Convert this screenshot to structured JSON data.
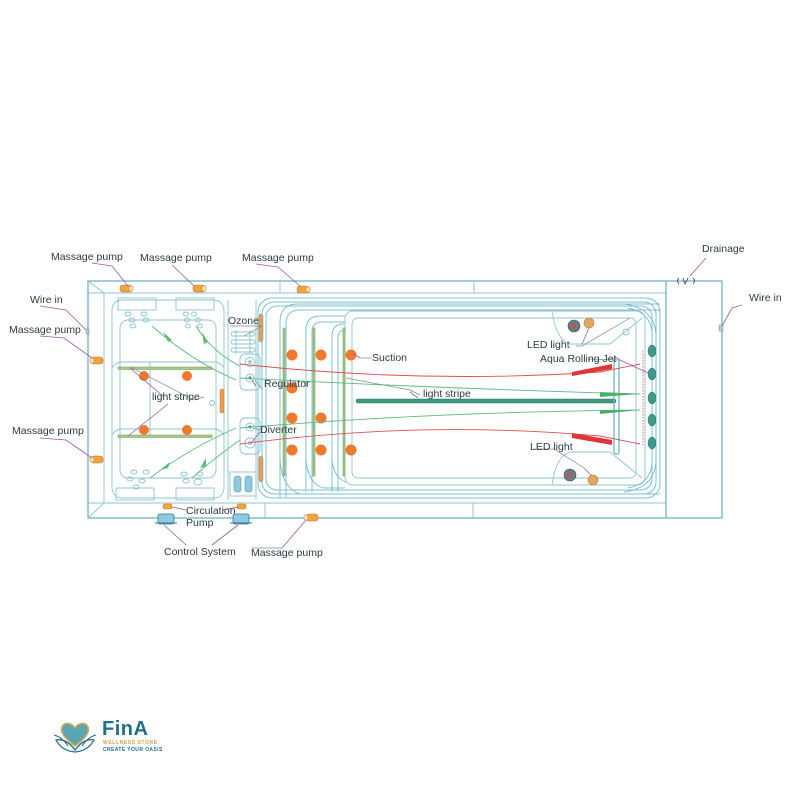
{
  "diagram": {
    "title": "Swim spa component layout (top view)",
    "colors": {
      "frame": "#6fb3c4",
      "leader": "#9a5aa6",
      "pump": "#f0a53c",
      "jet": "#ef7a2e",
      "flow_red": "#e05050",
      "flow_green": "#5dbb7a",
      "light_stripe": "#a7c98a",
      "aqua_jet": "#3e9a8a"
    },
    "labels": {
      "massage_pump_top_1": "Massage pump",
      "massage_pump_top_2": "Massage pump",
      "massage_pump_top_3": "Massage pump",
      "wire_in_left": "Wire in",
      "massage_pump_left_1": "Massage pump",
      "massage_pump_left_2": "Massage pump",
      "ozone": "Ozone",
      "regulator": "Regulator",
      "diverter": "Diverter",
      "light_stripe_seat": "light stripe",
      "suction": "Suction",
      "light_stripe_pool": "light stripe",
      "led_light_top": "LED light",
      "aqua_rolling_jet": "Aqua Rolling Jet",
      "led_light_bottom": "LED light",
      "drainage": "Drainage",
      "wire_in_right": "Wire in",
      "circulation_pump_line1": "Circulation",
      "circulation_pump_line2": "Pump",
      "control_system": "Control System",
      "massage_pump_bottom": "Massage pump"
    },
    "components": [
      {
        "name": "Massage pump",
        "count": 6
      },
      {
        "name": "Wire in",
        "count": 2
      },
      {
        "name": "Ozone",
        "count": 1
      },
      {
        "name": "Regulator",
        "count": 1
      },
      {
        "name": "Diverter",
        "count": 1
      },
      {
        "name": "light stripe",
        "count": 2
      },
      {
        "name": "Suction",
        "count": 1
      },
      {
        "name": "LED light",
        "count": 2
      },
      {
        "name": "Aqua Rolling Jet",
        "count": 5
      },
      {
        "name": "Drainage",
        "count": 1
      },
      {
        "name": "Circulation Pump",
        "count": 2
      },
      {
        "name": "Control System",
        "count": 2
      }
    ]
  },
  "logo": {
    "brand": "FinA",
    "tagline_1": "WELLNESS STORE",
    "tagline_2": "CREATE YOUR OASIS",
    "icon": "heart-lotus-icon"
  }
}
